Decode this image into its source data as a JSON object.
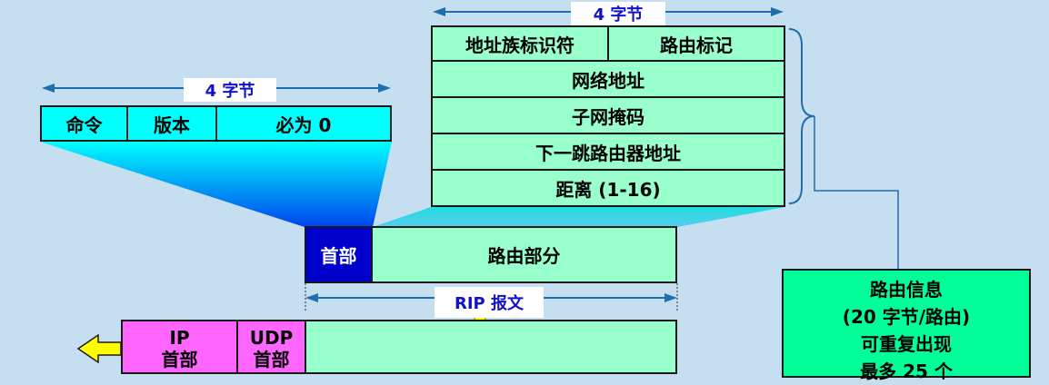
{
  "colors": {
    "background": "#c5dff0",
    "cyan": "#00ffff",
    "mint": "#99ffcc",
    "header_blue": "#0000cc",
    "magenta": "#ff66ff",
    "info_green": "#00ff99",
    "arrow_blue": "#1f6fb0",
    "yellow": "#ffff00"
  },
  "header_section": {
    "width_label": "4 字节",
    "fields": [
      "命令",
      "版本",
      "必为 0"
    ]
  },
  "route_entry": {
    "width_label": "4 字节",
    "row1": [
      "地址族标识符",
      "路由标记"
    ],
    "rows": [
      "网络地址",
      "子网掩码",
      "下一跳路由器地址",
      "距离 (1-16)"
    ]
  },
  "rip_message": {
    "header_label": "首部",
    "routing_label": "路由部分",
    "span_label": "RIP 报文"
  },
  "udp_packet": {
    "ip_label_line1": "IP",
    "ip_label_line2": "首部",
    "udp_label_line1": "UDP",
    "udp_label_line2": "首部"
  },
  "routing_info": {
    "lines": [
      "路由信息",
      "(20 字节/路由)",
      "可重复出现",
      "最多 25 个"
    ]
  }
}
